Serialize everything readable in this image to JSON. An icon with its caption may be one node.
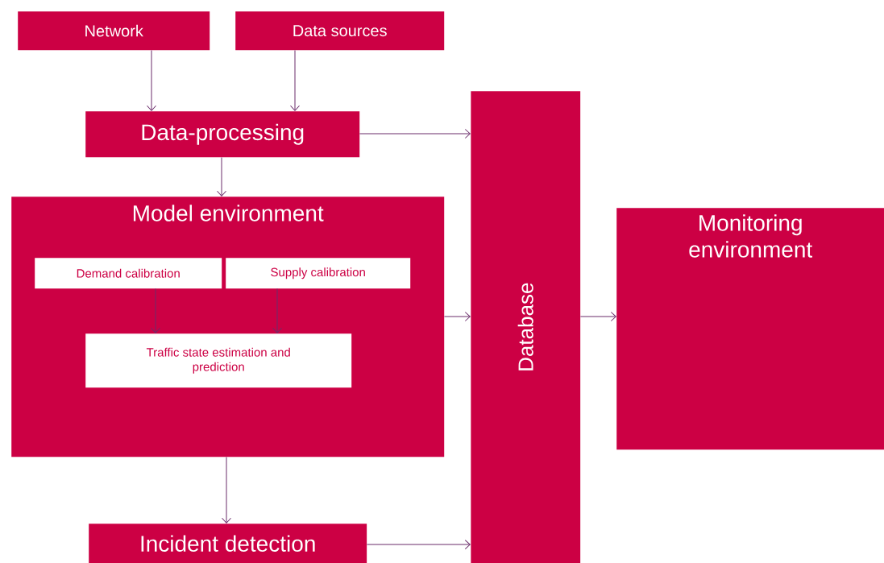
{
  "diagram": {
    "nodes": [
      {
        "text": [
          "Network"
        ]
      },
      {
        "text": [
          "Data sources"
        ]
      },
      {
        "text": [
          "Data-processing"
        ]
      },
      {
        "text": [
          "Model environment"
        ]
      },
      {
        "text": [
          "Demand calibration"
        ],
        "in": 3
      },
      {
        "text": [
          "Supply calibration"
        ],
        "in": 3
      },
      {
        "text": [
          "Traffic state estimation and prediction"
        ],
        "in": 3
      },
      {
        "text": [
          "Incident detection"
        ]
      },
      {
        "text": [
          "Database"
        ]
      },
      {
        "text": [
          "Monitoring environment"
        ]
      }
    ],
    "edges": [
      {
        "from": 0,
        "to": 2,
        "arrow": "to"
      },
      {
        "from": 1,
        "to": 2,
        "arrow": "to"
      },
      {
        "from": 2,
        "to": 8,
        "arrow": "to"
      },
      {
        "from": 2,
        "to": 3,
        "arrow": "to"
      },
      {
        "from": 4,
        "to": 6,
        "arrow": "to"
      },
      {
        "from": 5,
        "to": 6,
        "arrow": "to"
      },
      {
        "from": 3,
        "to": 8,
        "arrow": "to"
      },
      {
        "from": 3,
        "to": 7,
        "arrow": "to"
      },
      {
        "from": 7,
        "to": 8,
        "arrow": "to"
      },
      {
        "from": 8,
        "to": 9,
        "arrow": "to"
      }
    ]
  }
}
